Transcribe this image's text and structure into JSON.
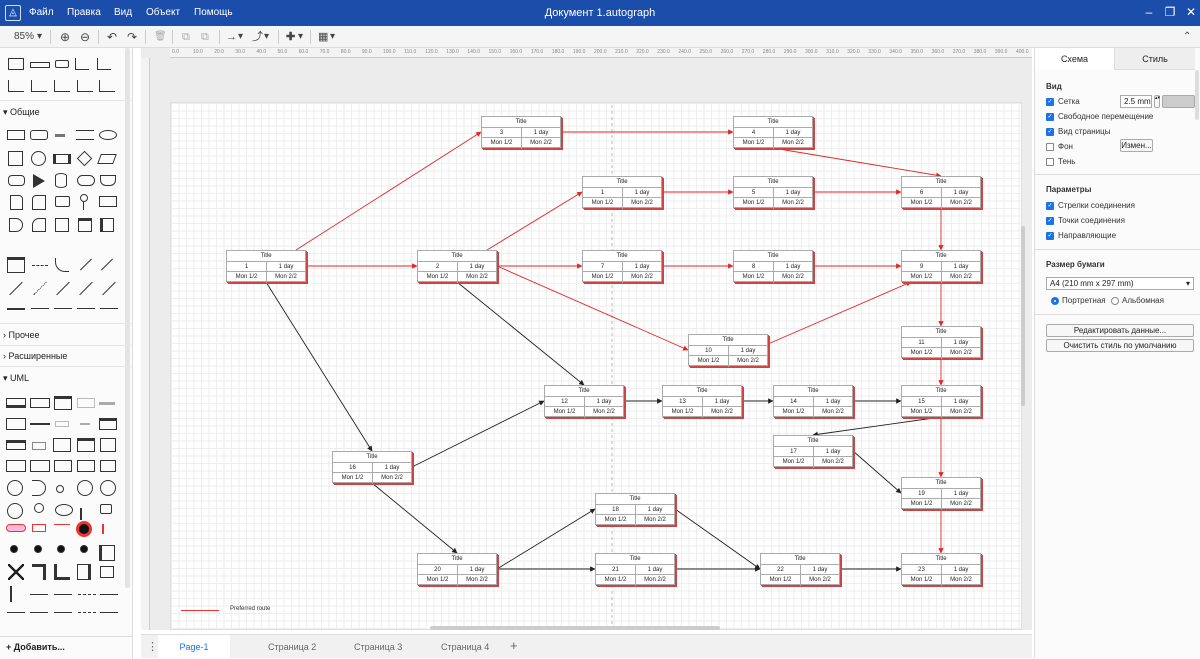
{
  "titlebar": {
    "logo": "◬",
    "menus": [
      "Файл",
      "Правка",
      "Вид",
      "Объект",
      "Помощь"
    ],
    "document_title": "Документ 1.autograph",
    "window_controls": {
      "minimize": "–",
      "restore": "❐",
      "close": "✕"
    }
  },
  "toolbar": {
    "zoom": "85%",
    "icons": [
      "zoom-in-icon",
      "zoom-out-icon",
      "undo-icon",
      "redo-icon",
      "delete-icon",
      "to-front-icon",
      "to-back-icon",
      "connection-icon",
      "waypoints-icon",
      "insert-icon",
      "table-icon"
    ],
    "glyphs": {
      "zoom_in": "⊕",
      "zoom_out": "⊖",
      "undo": "↶",
      "redo": "↷",
      "delete": "🗑",
      "to_front": "⧉",
      "to_back": "⧉",
      "connection": "→",
      "waypoints": "⤴",
      "insert": "✚",
      "table": "▦",
      "dropdown": "▾",
      "collapse": "⌃"
    }
  },
  "sidebar": {
    "sections": [
      {
        "label": "Общие",
        "state": "▾"
      },
      {
        "label": "Прочее",
        "state": "›"
      },
      {
        "label": "Расширенные",
        "state": "›"
      },
      {
        "label": "UML",
        "state": "▾"
      }
    ],
    "add_more": "+ Добавить..."
  },
  "ruler": {
    "marks": [
      "0.0",
      "10.0",
      "20.0",
      "30.0",
      "40.0",
      "50.0",
      "60.0",
      "70.0",
      "80.0",
      "90.0",
      "100.0",
      "110.0",
      "120.0",
      "130.0",
      "140.0",
      "150.0",
      "160.0",
      "170.0",
      "180.0",
      "190.0",
      "200.0",
      "210.0",
      "220.0",
      "230.0",
      "240.0",
      "250.0",
      "260.0",
      "270.0",
      "280.0",
      "290.0",
      "300.0",
      "310.0",
      "320.0",
      "330.0",
      "340.0",
      "350.0",
      "360.0",
      "370.0",
      "380.0",
      "390.0",
      "400.0"
    ]
  },
  "diagram": {
    "legend": "Preferred route",
    "colors": {
      "preferred": "#e32626",
      "normal": "#222222",
      "node_border": "#aaaaaa",
      "node_shadow": "#cc4444"
    },
    "nodes": [
      {
        "id": "1",
        "title": "Title",
        "duration": "1 day",
        "start": "Mon 1/2",
        "end": "Mon 2/2"
      },
      {
        "id": "2",
        "title": "Title",
        "duration": "1 day",
        "start": "Mon 1/2",
        "end": "Mon 2/2"
      },
      {
        "id": "3",
        "title": "Title",
        "duration": "1 day",
        "start": "Mon 1/2",
        "end": "Mon 2/2"
      },
      {
        "id": "4",
        "title": "Title",
        "duration": "1 day",
        "start": "Mon 1/2",
        "end": "Mon 2/2"
      },
      {
        "id": "1",
        "title": "Title",
        "duration": "1 day",
        "start": "Mon 1/2",
        "end": "Mon 2/2"
      },
      {
        "id": "5",
        "title": "Title",
        "duration": "1 day",
        "start": "Mon 1/2",
        "end": "Mon 2/2"
      },
      {
        "id": "6",
        "title": "Title",
        "duration": "1 day",
        "start": "Mon 1/2",
        "end": "Mon 2/2"
      },
      {
        "id": "7",
        "title": "Title",
        "duration": "1 day",
        "start": "Mon 1/2",
        "end": "Mon 2/2"
      },
      {
        "id": "8",
        "title": "Title",
        "duration": "1 day",
        "start": "Mon 1/2",
        "end": "Mon 2/2"
      },
      {
        "id": "9",
        "title": "Title",
        "duration": "1 day",
        "start": "Mon 1/2",
        "end": "Mon 2/2"
      },
      {
        "id": "10",
        "title": "Title",
        "duration": "1 day",
        "start": "Mon 1/2",
        "end": "Mon 2/2"
      },
      {
        "id": "11",
        "title": "Title",
        "duration": "1 day",
        "start": "Mon 1/2",
        "end": "Mon 2/2"
      },
      {
        "id": "12",
        "title": "Title",
        "duration": "1 day",
        "start": "Mon 1/2",
        "end": "Mon 2/2"
      },
      {
        "id": "13",
        "title": "Title",
        "duration": "1 day",
        "start": "Mon 1/2",
        "end": "Mon 2/2"
      },
      {
        "id": "14",
        "title": "Title",
        "duration": "1 day",
        "start": "Mon 1/2",
        "end": "Mon 2/2"
      },
      {
        "id": "15",
        "title": "Title",
        "duration": "1 day",
        "start": "Mon 1/2",
        "end": "Mon 2/2"
      },
      {
        "id": "16",
        "title": "Title",
        "duration": "1 day",
        "start": "Mon 1/2",
        "end": "Mon 2/2"
      },
      {
        "id": "17",
        "title": "Title",
        "duration": "1 day",
        "start": "Mon 1/2",
        "end": "Mon 2/2"
      },
      {
        "id": "19",
        "title": "Title",
        "duration": "1 day",
        "start": "Mon 1/2",
        "end": "Mon 2/2"
      },
      {
        "id": "18",
        "title": "Title",
        "duration": "1 day",
        "start": "Mon 1/2",
        "end": "Mon 2/2"
      },
      {
        "id": "20",
        "title": "Title",
        "duration": "1 day",
        "start": "Mon 1/2",
        "end": "Mon 2/2"
      },
      {
        "id": "21",
        "title": "Title",
        "duration": "1 day",
        "start": "Mon 1/2",
        "end": "Mon 2/2"
      },
      {
        "id": "22",
        "title": "Title",
        "duration": "1 day",
        "start": "Mon 1/2",
        "end": "Mon 2/2"
      },
      {
        "id": "23",
        "title": "Title",
        "duration": "1 day",
        "start": "Mon 1/2",
        "end": "Mon 2/2"
      }
    ]
  },
  "pages": {
    "tabs": [
      "Page-1",
      "Страница 2",
      "Страница 3",
      "Страница 4"
    ],
    "active": "Page-1",
    "menu_icon": "⋮",
    "add_icon": "+"
  },
  "format_panel": {
    "tabs": [
      "Схема",
      "Стиль"
    ],
    "view": {
      "header": "Вид",
      "grid_label": "Сетка",
      "grid_size": "2.5 mm",
      "free_move": "Свободное перемещение",
      "page_view": "Вид страницы",
      "background": "Фон",
      "background_button": "Измен...",
      "shadow": "Тень"
    },
    "options": {
      "header": "Параметры",
      "connection_arrows": "Стрелки соединения",
      "connection_points": "Точки соединения",
      "guides": "Направляющие"
    },
    "paper": {
      "header": "Размер бумаги",
      "size": "A4 (210 mm x 297 mm)",
      "portrait": "Портретная",
      "landscape": "Альбомная"
    },
    "buttons": {
      "edit_data": "Редактировать данные...",
      "clear_style": "Очистить стиль по умолчанию"
    }
  }
}
